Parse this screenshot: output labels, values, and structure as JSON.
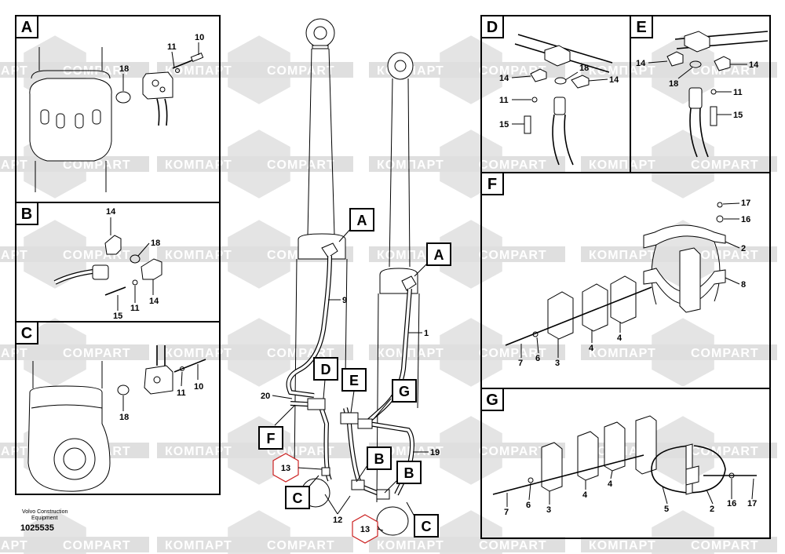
{
  "watermarks": [
    "КОМПАРТ",
    "COMPART"
  ],
  "footer": {
    "line1": "Volvo Construction",
    "line2": "Equipment",
    "code": "1025535"
  },
  "panels": {
    "A": {
      "letter": "A",
      "callouts": [
        "10",
        "11",
        "18"
      ]
    },
    "B": {
      "letter": "B",
      "callouts": [
        "14",
        "18",
        "14",
        "15",
        "11"
      ]
    },
    "C": {
      "letter": "C",
      "callouts": [
        "10",
        "11",
        "18"
      ]
    },
    "D": {
      "letter": "D",
      "callouts": [
        "18",
        "14",
        "14",
        "11",
        "15"
      ]
    },
    "E": {
      "letter": "E",
      "callouts": [
        "14",
        "14",
        "18",
        "11",
        "15"
      ]
    },
    "F": {
      "letter": "F",
      "callouts": [
        "17",
        "16",
        "2",
        "8",
        "4",
        "4",
        "7",
        "6",
        "3"
      ]
    },
    "G": {
      "letter": "G",
      "callouts": [
        "7",
        "6",
        "3",
        "4",
        "4",
        "5",
        "2",
        "16",
        "17"
      ]
    }
  },
  "main": {
    "detail_labels": [
      "A",
      "A",
      "D",
      "E",
      "G",
      "F",
      "B",
      "B",
      "C",
      "C"
    ],
    "callouts": [
      "9",
      "1",
      "20",
      "19",
      "12",
      "13",
      "13"
    ]
  },
  "colors": {
    "accent_hex": "#cc2222"
  }
}
